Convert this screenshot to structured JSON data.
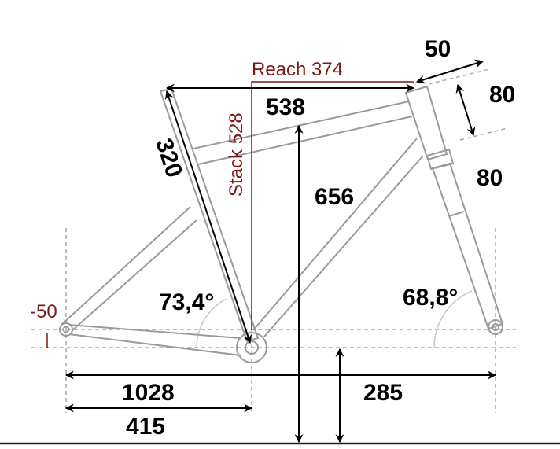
{
  "colors": {
    "accent": "#7a1a14",
    "frame": "#9a9a9a",
    "dimension": "#000000"
  },
  "reach": {
    "label": "Reach 374"
  },
  "stack": {
    "label": "Stack 528"
  },
  "dims": {
    "top_tube": "538",
    "stem_length": "50",
    "stem_height": "80",
    "headtube_spacer": "80",
    "seat_tube": "320",
    "standover": "656",
    "seat_angle": "73,4°",
    "head_angle": "68,8°",
    "bb_drop": "-50",
    "wheelbase": "1028",
    "chainstay": "415",
    "bb_height": "285"
  }
}
